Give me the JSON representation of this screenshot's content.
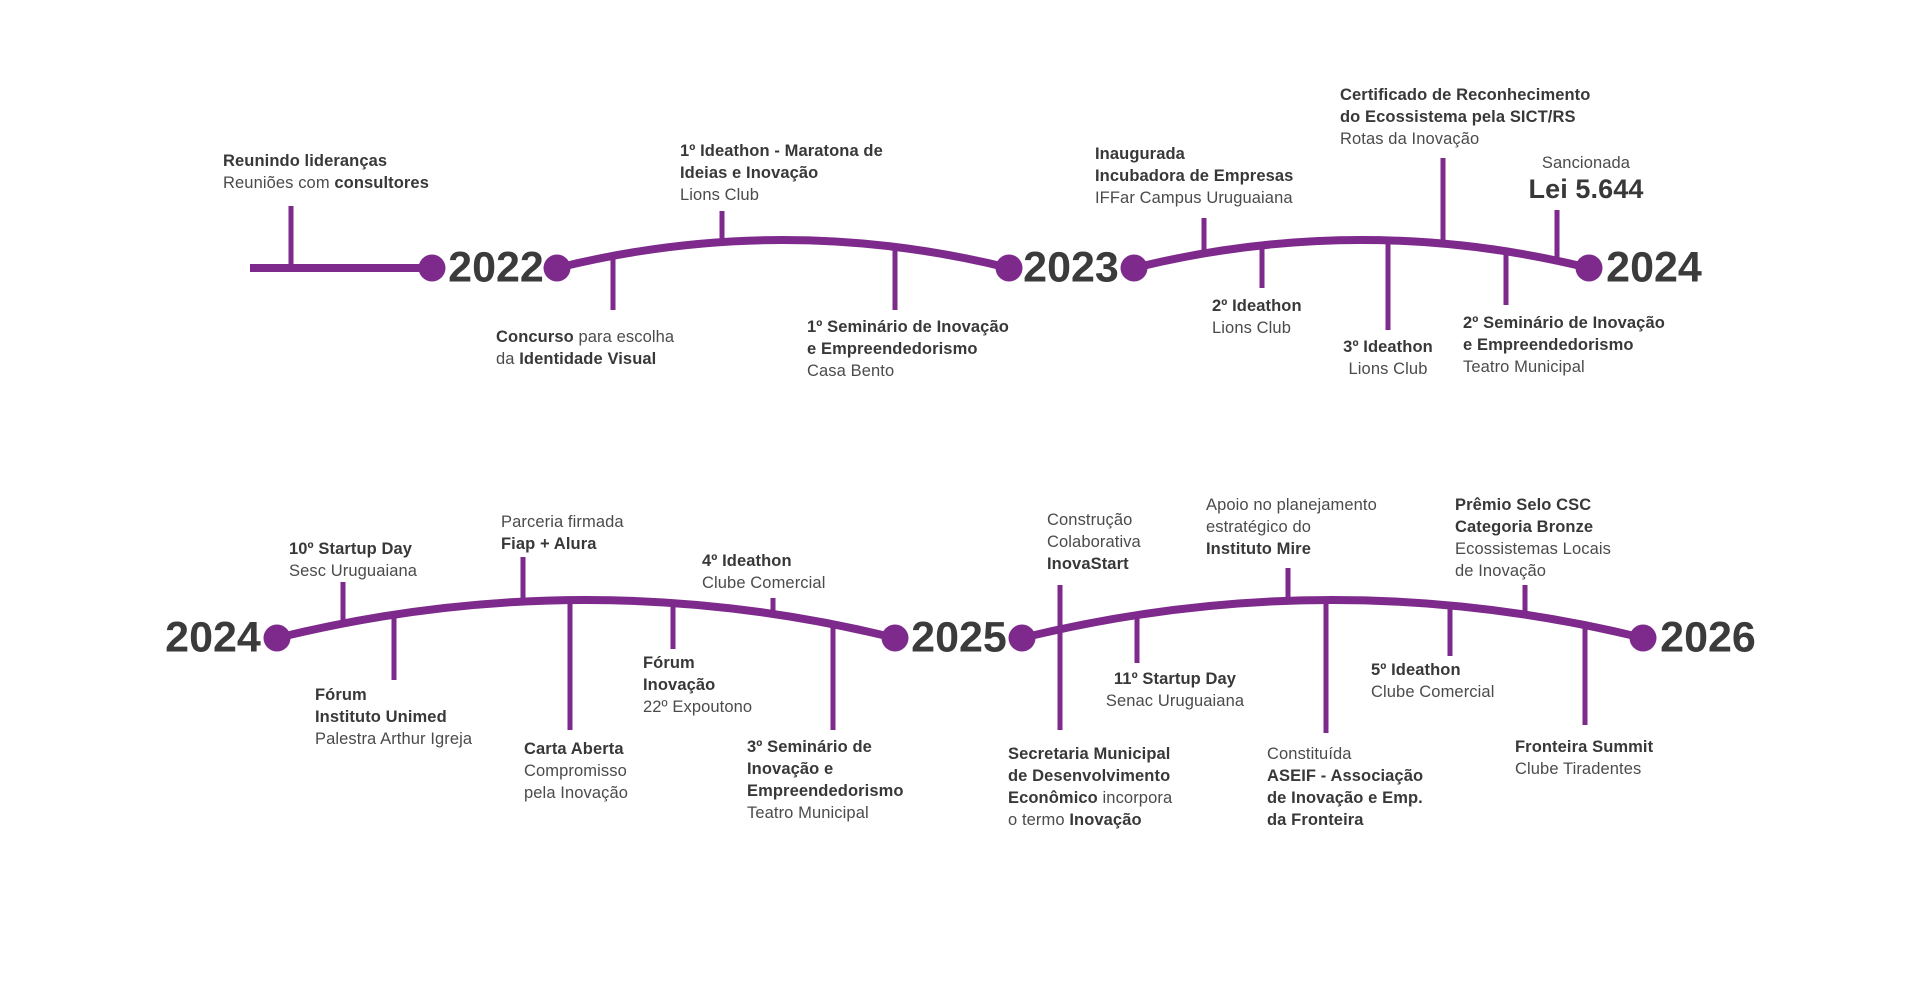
{
  "colors": {
    "purple": "#7E2A8C",
    "year_text": "#3B3B3B",
    "bold_text": "#383838",
    "regular_text": "#4B4B4B",
    "background": "#FFFFFF"
  },
  "timeline_rows": [
    {
      "years": [
        "2022",
        "2023",
        "2024"
      ]
    },
    {
      "years": [
        "2024",
        "2025",
        "2026"
      ]
    }
  ],
  "events": [
    {
      "id": "reunindo",
      "row": 0,
      "position": "above",
      "lines": [
        {
          "segs": [
            {
              "t": "Reunindo lideranças",
              "b": true
            }
          ]
        },
        {
          "segs": [
            {
              "t": "Reuniões com ",
              "b": false
            },
            {
              "t": "consultores",
              "b": true
            }
          ]
        }
      ]
    },
    {
      "id": "ideathon1",
      "row": 0,
      "position": "above",
      "lines": [
        {
          "segs": [
            {
              "t": "1º Ideathon - Maratona de",
              "b": true
            }
          ]
        },
        {
          "segs": [
            {
              "t": "Ideias e Inovação",
              "b": true
            }
          ]
        },
        {
          "segs": [
            {
              "t": "Lions Club",
              "b": false
            }
          ]
        }
      ]
    },
    {
      "id": "concurso",
      "row": 0,
      "position": "below",
      "lines": [
        {
          "segs": [
            {
              "t": "Concurso",
              "b": true
            },
            {
              "t": " para escolha",
              "b": false
            }
          ]
        },
        {
          "segs": [
            {
              "t": "da ",
              "b": false
            },
            {
              "t": " Identidade Visual",
              "b": true
            }
          ]
        }
      ]
    },
    {
      "id": "seminario1",
      "row": 0,
      "position": "below",
      "lines": [
        {
          "segs": [
            {
              "t": "1º Seminário de Inovação",
              "b": true
            }
          ]
        },
        {
          "segs": [
            {
              "t": "e Empreendedorismo",
              "b": true
            }
          ]
        },
        {
          "segs": [
            {
              "t": "Casa Bento",
              "b": false
            }
          ]
        }
      ]
    },
    {
      "id": "inaugurada",
      "row": 0,
      "position": "above",
      "lines": [
        {
          "segs": [
            {
              "t": "Inaugurada",
              "b": true
            }
          ]
        },
        {
          "segs": [
            {
              "t": "Incubadora de Empresas",
              "b": true
            }
          ]
        },
        {
          "segs": [
            {
              "t": "IFFar Campus Uruguaiana",
              "b": false
            }
          ]
        }
      ]
    },
    {
      "id": "ideathon2",
      "row": 0,
      "position": "below",
      "lines": [
        {
          "segs": [
            {
              "t": "2º Ideathon",
              "b": true
            }
          ]
        },
        {
          "segs": [
            {
              "t": "Lions Club",
              "b": false
            }
          ]
        }
      ]
    },
    {
      "id": "certificado",
      "row": 0,
      "position": "above",
      "lines": [
        {
          "segs": [
            {
              "t": "Certificado de Reconhecimento",
              "b": true
            }
          ]
        },
        {
          "segs": [
            {
              "t": "do Ecossistema pela SICT/RS",
              "b": true
            }
          ]
        },
        {
          "segs": [
            {
              "t": "Rotas da Inovação",
              "b": false
            }
          ]
        }
      ]
    },
    {
      "id": "ideathon3",
      "row": 0,
      "position": "below",
      "lines": [
        {
          "segs": [
            {
              "t": "3º Ideathon",
              "b": true
            }
          ]
        },
        {
          "segs": [
            {
              "t": "Lions Club",
              "b": false
            }
          ]
        }
      ]
    },
    {
      "id": "sancionada",
      "row": 0,
      "position": "above",
      "lines": [
        {
          "segs": [
            {
              "t": "Sancionada",
              "b": false
            }
          ]
        },
        {
          "big": true,
          "segs": [
            {
              "t": "Lei 5.644",
              "b": true
            }
          ]
        }
      ]
    },
    {
      "id": "seminario2",
      "row": 0,
      "position": "below",
      "lines": [
        {
          "segs": [
            {
              "t": "2º Seminário de Inovação",
              "b": true
            }
          ]
        },
        {
          "segs": [
            {
              "t": "e Empreendedorismo",
              "b": true
            }
          ]
        },
        {
          "segs": [
            {
              "t": "Teatro Municipal",
              "b": false
            }
          ]
        }
      ]
    },
    {
      "id": "startup10",
      "row": 1,
      "position": "above",
      "lines": [
        {
          "segs": [
            {
              "t": "10º Startup Day",
              "b": true
            }
          ]
        },
        {
          "segs": [
            {
              "t": "Sesc Uruguaiana",
              "b": false
            }
          ]
        }
      ]
    },
    {
      "id": "fiap",
      "row": 1,
      "position": "above",
      "lines": [
        {
          "segs": [
            {
              "t": "Parceria firmada",
              "b": false
            }
          ]
        },
        {
          "segs": [
            {
              "t": "Fiap + Alura",
              "b": true
            }
          ]
        }
      ]
    },
    {
      "id": "ideathon4",
      "row": 1,
      "position": "above",
      "lines": [
        {
          "segs": [
            {
              "t": "4º Ideathon",
              "b": true
            }
          ]
        },
        {
          "segs": [
            {
              "t": "Clube Comercial",
              "b": false
            }
          ]
        }
      ]
    },
    {
      "id": "unimed",
      "row": 1,
      "position": "below",
      "lines": [
        {
          "segs": [
            {
              "t": "Fórum",
              "b": true
            }
          ]
        },
        {
          "segs": [
            {
              "t": "Instituto Unimed",
              "b": true
            }
          ]
        },
        {
          "segs": [
            {
              "t": "Palestra Arthur Igreja",
              "b": false
            }
          ]
        }
      ]
    },
    {
      "id": "carta",
      "row": 1,
      "position": "below",
      "lines": [
        {
          "segs": [
            {
              "t": "Carta Aberta",
              "b": true
            }
          ]
        },
        {
          "segs": [
            {
              "t": "Compromisso",
              "b": false
            }
          ]
        },
        {
          "segs": [
            {
              "t": "pela Inovação",
              "b": false
            }
          ]
        }
      ]
    },
    {
      "id": "forum_inovacao",
      "row": 1,
      "position": "below",
      "lines": [
        {
          "segs": [
            {
              "t": "Fórum",
              "b": true
            }
          ]
        },
        {
          "segs": [
            {
              "t": "Inovação",
              "b": true
            }
          ]
        },
        {
          "segs": [
            {
              "t": "22º Expoutono",
              "b": false
            }
          ]
        }
      ]
    },
    {
      "id": "seminario3",
      "row": 1,
      "position": "below",
      "lines": [
        {
          "segs": [
            {
              "t": "3º Seminário de",
              "b": true
            }
          ]
        },
        {
          "segs": [
            {
              "t": "Inovação e",
              "b": true
            }
          ]
        },
        {
          "segs": [
            {
              "t": "Empreendedorismo",
              "b": true
            }
          ]
        },
        {
          "segs": [
            {
              "t": "Teatro Municipal",
              "b": false
            }
          ]
        }
      ]
    },
    {
      "id": "inovastart",
      "row": 1,
      "position": "above",
      "lines": [
        {
          "segs": [
            {
              "t": "Construção",
              "b": false
            }
          ]
        },
        {
          "segs": [
            {
              "t": "Colaborativa",
              "b": false
            }
          ]
        },
        {
          "segs": [
            {
              "t": "InovaStart",
              "b": true
            }
          ]
        }
      ]
    },
    {
      "id": "mire",
      "row": 1,
      "position": "above",
      "lines": [
        {
          "segs": [
            {
              "t": "Apoio no planejamento",
              "b": false
            }
          ]
        },
        {
          "segs": [
            {
              "t": "estratégico do",
              "b": false
            }
          ]
        },
        {
          "segs": [
            {
              "t": "Instituto Mire",
              "b": true
            }
          ]
        }
      ]
    },
    {
      "id": "premio",
      "row": 1,
      "position": "above",
      "lines": [
        {
          "segs": [
            {
              "t": "Prêmio Selo CSC",
              "b": true
            }
          ]
        },
        {
          "segs": [
            {
              "t": "Categoria Bronze",
              "b": true
            }
          ]
        },
        {
          "segs": [
            {
              "t": "Ecossistemas Locais",
              "b": false
            }
          ]
        },
        {
          "segs": [
            {
              "t": "de Inovação",
              "b": false
            }
          ]
        }
      ]
    },
    {
      "id": "startup11",
      "row": 1,
      "position": "below",
      "lines": [
        {
          "segs": [
            {
              "t": "11º Startup Day",
              "b": true
            }
          ]
        },
        {
          "segs": [
            {
              "t": "Senac Uruguaiana",
              "b": false
            }
          ]
        }
      ]
    },
    {
      "id": "secretaria",
      "row": 1,
      "position": "below",
      "lines": [
        {
          "segs": [
            {
              "t": "Secretaria Municipal",
              "b": true
            }
          ]
        },
        {
          "segs": [
            {
              "t": "de Desenvolvimento",
              "b": true
            }
          ]
        },
        {
          "segs": [
            {
              "t": "Econômico",
              "b": true
            },
            {
              "t": " incorpora",
              "b": false
            }
          ]
        },
        {
          "segs": [
            {
              "t": "o termo ",
              "b": false
            },
            {
              "t": "Inovação",
              "b": true
            }
          ]
        }
      ]
    },
    {
      "id": "aseif",
      "row": 1,
      "position": "below",
      "lines": [
        {
          "segs": [
            {
              "t": "Constituída",
              "b": false
            }
          ]
        },
        {
          "segs": [
            {
              "t": "ASEIF - Associação",
              "b": true
            }
          ]
        },
        {
          "segs": [
            {
              "t": "de Inovação e Emp.",
              "b": true
            }
          ]
        },
        {
          "segs": [
            {
              "t": "da Fronteira",
              "b": true
            }
          ]
        }
      ]
    },
    {
      "id": "ideathon5",
      "row": 1,
      "position": "below",
      "lines": [
        {
          "segs": [
            {
              "t": "5º Ideathon",
              "b": true
            }
          ]
        },
        {
          "segs": [
            {
              "t": "Clube Comercial",
              "b": false
            }
          ]
        }
      ]
    },
    {
      "id": "fronteira",
      "row": 1,
      "position": "below",
      "lines": [
        {
          "segs": [
            {
              "t": "Fronteira Summit",
              "b": true
            }
          ]
        },
        {
          "segs": [
            {
              "t": "Clube Tiradentes",
              "b": false
            }
          ]
        }
      ]
    }
  ]
}
